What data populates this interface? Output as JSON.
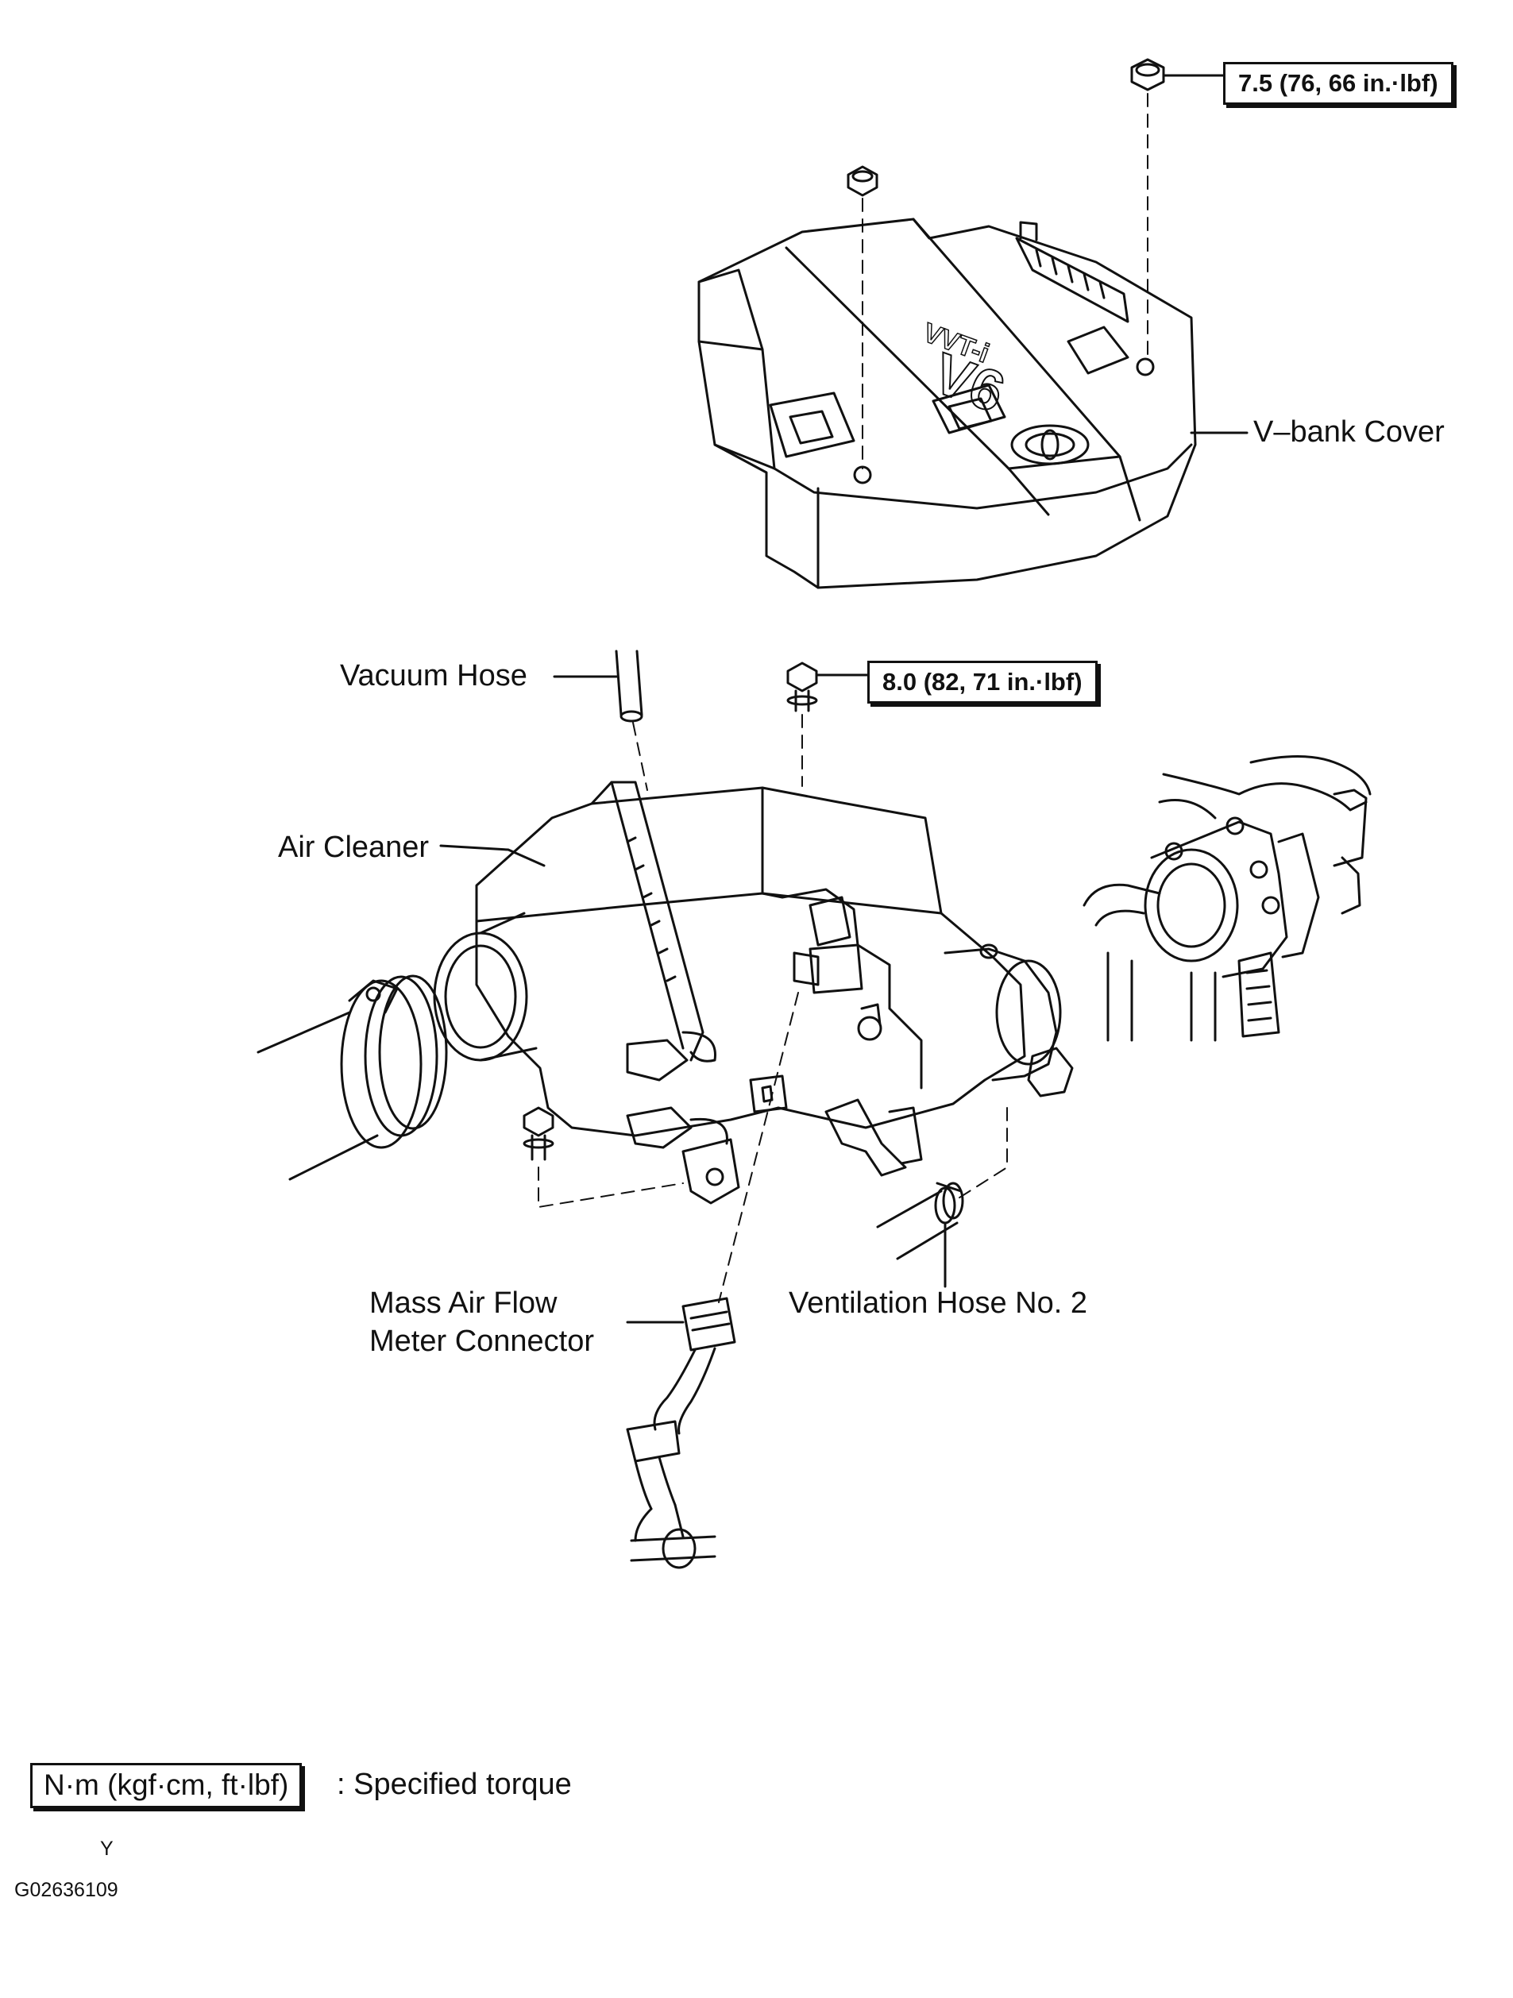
{
  "labels": {
    "v_bank_cover": "V–bank Cover",
    "vacuum_hose": "Vacuum Hose",
    "air_cleaner": "Air Cleaner",
    "ventilation_hose": "Ventilation Hose No. 2",
    "maf_line1": "Mass Air Flow",
    "maf_line2": "Meter Connector"
  },
  "cover_marks": {
    "brand_text": "VVT-i",
    "engine_text": "V6"
  },
  "torque": {
    "cover_nut": "7.5 (76, 66 in.·lbf)",
    "air_cleaner_bolt": "8.0 (82, 71 in.·lbf)"
  },
  "legend": {
    "unit_box": "N·m (kgf·cm, ft·lbf)",
    "description": ": Specified torque"
  },
  "footer": {
    "code_letter": "Y",
    "figure_id": "G02636109"
  }
}
